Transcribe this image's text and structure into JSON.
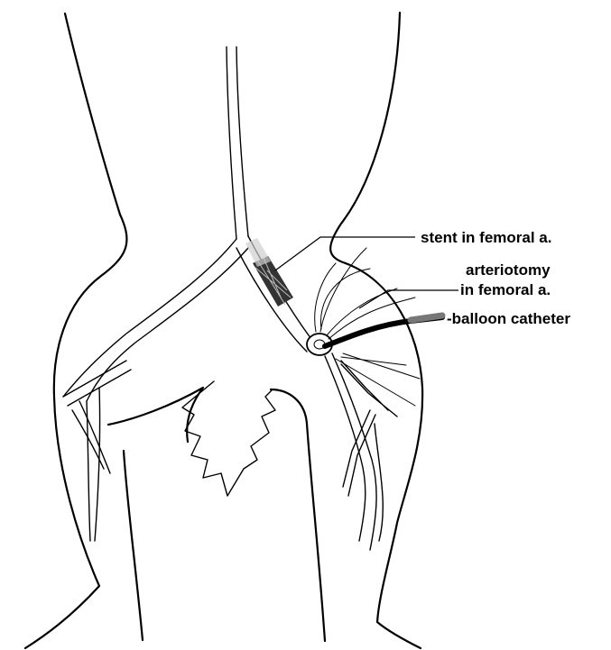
{
  "labels": {
    "stent": "stent in femoral a.",
    "arteriotomy_line1": "arteriotomy",
    "arteriotomy_line2": "in femoral a.",
    "balloon": "-balloon catheter"
  }
}
